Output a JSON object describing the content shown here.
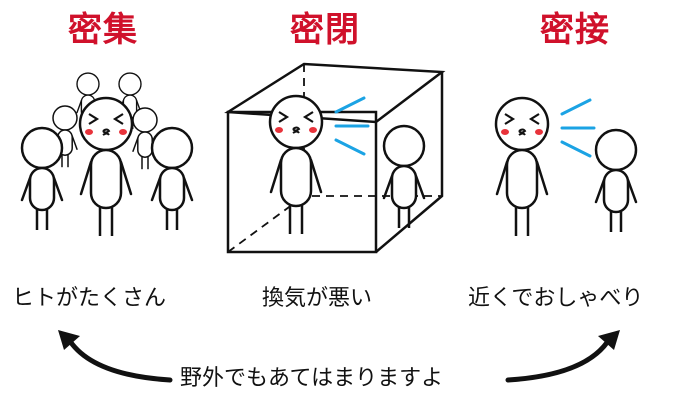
{
  "colors": {
    "heading": "#d0112b",
    "speech_lines": "#1ba3e4",
    "cheeks": "#e8333b",
    "outline": "#111111"
  },
  "panels": [
    {
      "heading": "密集",
      "caption": "ヒトがたくさん"
    },
    {
      "heading": "密閉",
      "caption": "換気が悪い"
    },
    {
      "heading": "密接",
      "caption": "近くでおしゃべり"
    }
  ],
  "footer": "野外でもあてはまりますよ"
}
